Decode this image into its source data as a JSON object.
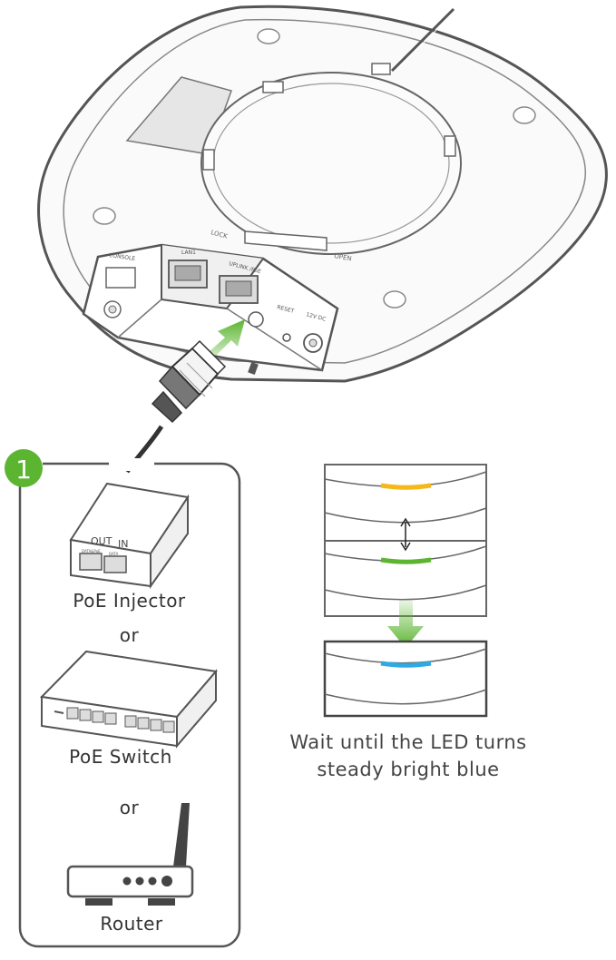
{
  "step": {
    "number": "1",
    "color": "#5cb531"
  },
  "device_panel": {
    "port_labels": [
      "CONSOLE",
      "LAN1",
      "UPLINK /PoE",
      "RESET",
      "12V DC"
    ],
    "mount_labels": [
      "LOCK",
      "OPEN"
    ]
  },
  "power_sources": {
    "injector": {
      "label": "PoE Injector",
      "port_labels": [
        "OUT",
        "IN"
      ],
      "sub_port_labels": [
        "DATA&PoE",
        "DATA"
      ]
    },
    "separator_1": "or",
    "switch": {
      "label": "PoE Switch"
    },
    "separator_2": "or",
    "router": {
      "label": "Router"
    }
  },
  "led_sequence": {
    "blink_colors": [
      "#f5b819",
      "#5cb531"
    ],
    "final_color": "#2ea9e2",
    "caption_line1": "Wait until the LED turns",
    "caption_line2": "steady bright blue"
  },
  "accent": {
    "arrow_green": "#5cb531",
    "line_gray": "#555555"
  }
}
